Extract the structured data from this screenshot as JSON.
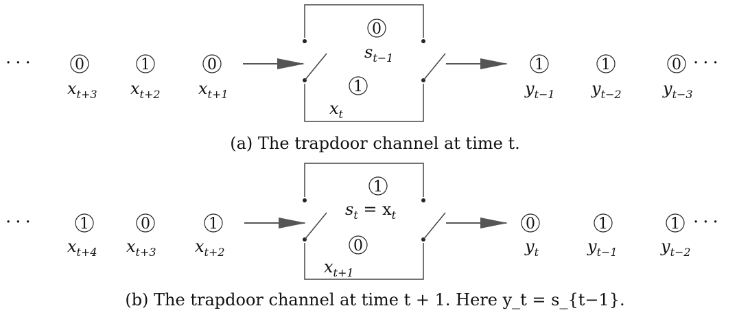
{
  "panels": [
    {
      "caption": "(a) The trapdoor channel at time t.",
      "inputs": [
        {
          "symbol": "0",
          "label": "x",
          "sub": "t+3"
        },
        {
          "symbol": "1",
          "label": "x",
          "sub": "t+2"
        },
        {
          "symbol": "0",
          "label": "x",
          "sub": "t+1"
        }
      ],
      "box_state": {
        "symbol": "0",
        "label": "s",
        "sub": "t−1",
        "suffix": ""
      },
      "box_input": {
        "symbol": "1",
        "label": "x",
        "sub": "t"
      },
      "outputs": [
        {
          "symbol": "1",
          "label": "y",
          "sub": "t−1"
        },
        {
          "symbol": "1",
          "label": "y",
          "sub": "t−2"
        },
        {
          "symbol": "0",
          "label": "y",
          "sub": "t−3"
        }
      ]
    },
    {
      "caption": "(b) The trapdoor channel at time t + 1. Here y_t = s_{t−1}.",
      "inputs": [
        {
          "symbol": "1",
          "label": "x",
          "sub": "t+4"
        },
        {
          "symbol": "0",
          "label": "x",
          "sub": "t+3"
        },
        {
          "symbol": "1",
          "label": "x",
          "sub": "t+2"
        }
      ],
      "box_state": {
        "symbol": "1",
        "label": "s",
        "sub": "t",
        "suffix": " = x",
        "suffix_sub": "t"
      },
      "box_input": {
        "symbol": "0",
        "label": "x",
        "sub": "t+1"
      },
      "outputs": [
        {
          "symbol": "0",
          "label": "y",
          "sub": "t"
        },
        {
          "symbol": "1",
          "label": "y",
          "sub": "t−1"
        },
        {
          "symbol": "1",
          "label": "y",
          "sub": "t−2"
        }
      ]
    }
  ],
  "ellipsis": "···"
}
